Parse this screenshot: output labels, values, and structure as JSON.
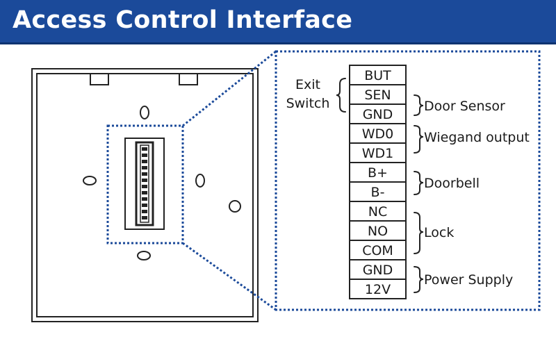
{
  "header": {
    "title": "Access Control Interface",
    "background_color": "#1b4a9a",
    "text_color": "#ffffff"
  },
  "diagram": {
    "line_color": "#222222",
    "highlight_color": "#1b4a9a",
    "terminals": [
      "BUT",
      "SEN",
      "GND",
      "WD0",
      "WD1",
      "B+",
      "B-",
      "NC",
      "NO",
      "COM",
      "GND",
      "12V"
    ],
    "groups": {
      "exit_switch": [
        "Exit",
        "Switch"
      ],
      "door_sensor": "Door Sensor",
      "wiegand_output": "Wiegand output",
      "doorbell": "Doorbell",
      "lock": "Lock",
      "power_supply": "Power Supply"
    }
  }
}
